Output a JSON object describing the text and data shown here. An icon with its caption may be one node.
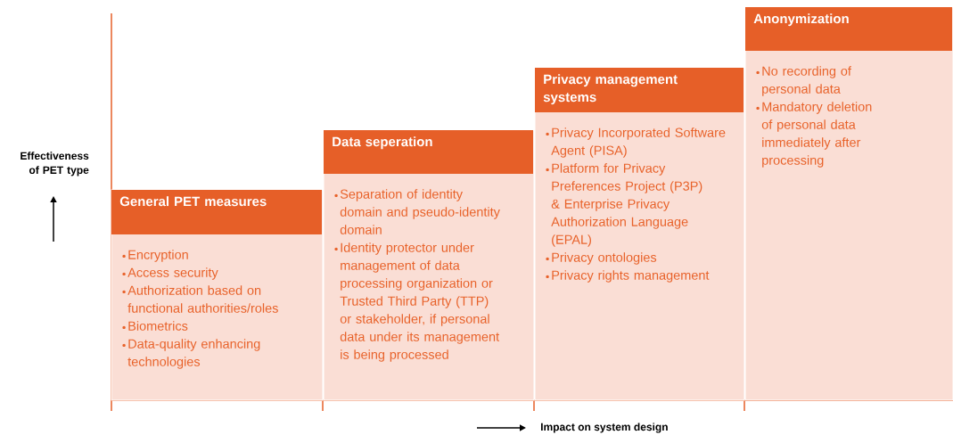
{
  "diagram": {
    "nodes": [
      {
        "text": [
          "General PET measures",
          "Encryption",
          "Access security",
          "Authorization based on functional authorities/roles",
          "Biometrics",
          "Data-quality enhancing technologies"
        ]
      },
      {
        "text": [
          "Data seperation",
          "Separation of identity domain and pseudo-identity domain",
          "Identity protector under management of data processing organization or Trusted Third Party (TTP) or stakeholder, if personal data under its management is being processed"
        ]
      },
      {
        "text": [
          "Privacy management systems",
          "Privacy Incorporated Software Agent (PISA)",
          "Platform for Privacy Preferences Project (P3P) & Enterprise Privacy Authorization Language (EPAL)",
          "Privacy ontologies",
          "Privacy rights management"
        ]
      },
      {
        "text": [
          "Anonymization",
          "No recording of personal data",
          "Mandatory deletion of personal data immediately after processing"
        ]
      }
    ],
    "labels": [
      "Effectiveness of PET type",
      "Impact on system design"
    ]
  }
}
